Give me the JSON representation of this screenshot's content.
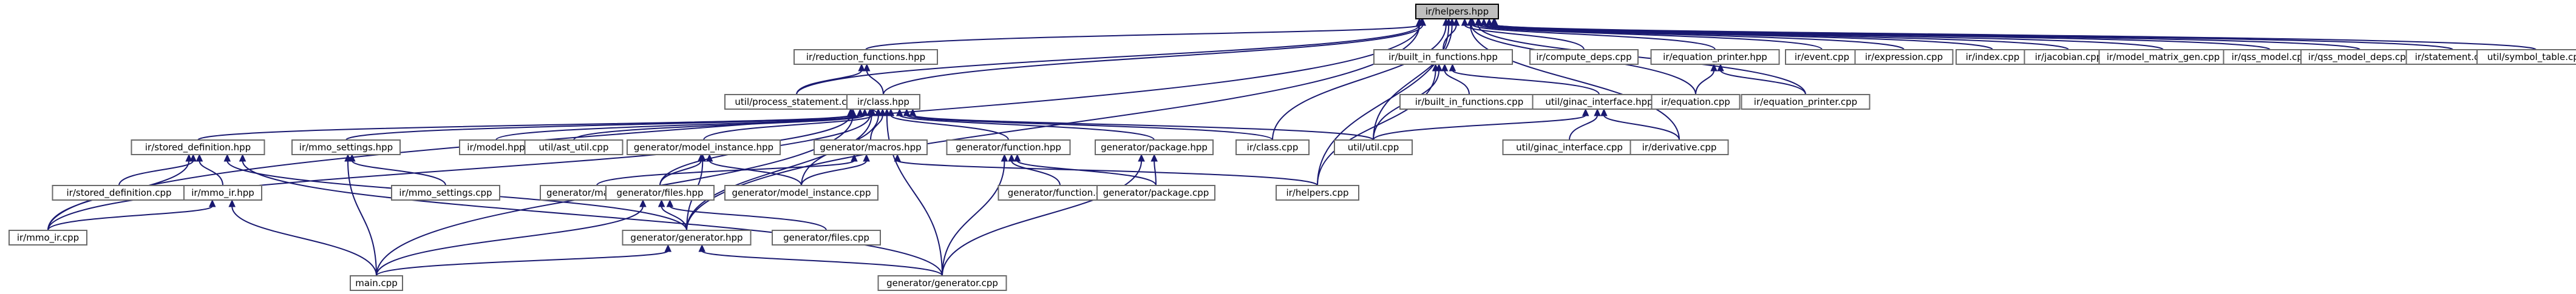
{
  "nodes": [
    {
      "id": "helpers_hpp",
      "label": "ir/helpers.hpp",
      "root": true
    },
    {
      "id": "reduction_functions_hpp",
      "label": "ir/reduction_functions.hpp"
    },
    {
      "id": "built_in_functions_hpp",
      "label": "ir/built_in_functions.hpp"
    },
    {
      "id": "compute_deps_cpp",
      "label": "ir/compute_deps.cpp"
    },
    {
      "id": "equation_printer_hpp",
      "label": "ir/equation_printer.hpp"
    },
    {
      "id": "event_cpp",
      "label": "ir/event.cpp"
    },
    {
      "id": "expression_cpp",
      "label": "ir/expression.cpp"
    },
    {
      "id": "index_cpp",
      "label": "ir/index.cpp"
    },
    {
      "id": "jacobian_cpp",
      "label": "ir/jacobian.cpp"
    },
    {
      "id": "model_matrix_gen_cpp",
      "label": "ir/model_matrix_gen.cpp"
    },
    {
      "id": "qss_model_cpp",
      "label": "ir/qss_model.cpp"
    },
    {
      "id": "qss_model_deps_cpp",
      "label": "ir/qss_model_deps.cpp"
    },
    {
      "id": "statement_cpp",
      "label": "ir/statement.cpp"
    },
    {
      "id": "symbol_table_cpp",
      "label": "util/symbol_table.cpp"
    },
    {
      "id": "process_statement_cpp",
      "label": "util/process_statement.cpp"
    },
    {
      "id": "class_hpp",
      "label": "ir/class.hpp"
    },
    {
      "id": "built_in_functions_cpp",
      "label": "ir/built_in_functions.cpp"
    },
    {
      "id": "ginac_interface_hpp",
      "label": "util/ginac_interface.hpp"
    },
    {
      "id": "equation_cpp",
      "label": "ir/equation.cpp"
    },
    {
      "id": "equation_printer_cpp",
      "label": "ir/equation_printer.cpp"
    },
    {
      "id": "stored_definition_hpp",
      "label": "ir/stored_definition.hpp"
    },
    {
      "id": "mmo_settings_hpp",
      "label": "ir/mmo_settings.hpp"
    },
    {
      "id": "model_hpp",
      "label": "ir/model.hpp"
    },
    {
      "id": "ast_util_cpp",
      "label": "util/ast_util.cpp"
    },
    {
      "id": "model_instance_hpp",
      "label": "generator/model_instance.hpp"
    },
    {
      "id": "macros_hpp",
      "label": "generator/macros.hpp"
    },
    {
      "id": "function_hpp",
      "label": "generator/function.hpp"
    },
    {
      "id": "package_hpp",
      "label": "generator/package.hpp"
    },
    {
      "id": "class_cpp",
      "label": "ir/class.cpp"
    },
    {
      "id": "util_cpp",
      "label": "util/util.cpp"
    },
    {
      "id": "ginac_interface_cpp",
      "label": "util/ginac_interface.cpp"
    },
    {
      "id": "derivative_cpp",
      "label": "ir/derivative.cpp"
    },
    {
      "id": "stored_definition_cpp",
      "label": "ir/stored_definition.cpp"
    },
    {
      "id": "mmo_ir_hpp",
      "label": "ir/mmo_ir.hpp"
    },
    {
      "id": "mmo_settings_cpp",
      "label": "ir/mmo_settings.cpp"
    },
    {
      "id": "macros_cpp",
      "label": "generator/macros.cpp"
    },
    {
      "id": "model_instance_cpp",
      "label": "generator/model_instance.cpp"
    },
    {
      "id": "files_hpp",
      "label": "generator/files.hpp"
    },
    {
      "id": "function_cpp",
      "label": "generator/function.cpp"
    },
    {
      "id": "package_cpp",
      "label": "generator/package.cpp"
    },
    {
      "id": "helpers_cpp",
      "label": "ir/helpers.cpp"
    },
    {
      "id": "mmo_ir_cpp",
      "label": "ir/mmo_ir.cpp"
    },
    {
      "id": "files_cpp",
      "label": "generator/files.cpp"
    },
    {
      "id": "generator_hpp",
      "label": "generator/generator.hpp"
    },
    {
      "id": "main_cpp",
      "label": "main.cpp"
    },
    {
      "id": "generator_cpp",
      "label": "generator/generator.cpp"
    }
  ],
  "edges": [
    [
      "reduction_functions_hpp",
      "helpers_hpp"
    ],
    [
      "built_in_functions_hpp",
      "helpers_hpp"
    ],
    [
      "compute_deps_cpp",
      "helpers_hpp"
    ],
    [
      "equation_printer_hpp",
      "helpers_hpp"
    ],
    [
      "event_cpp",
      "helpers_hpp"
    ],
    [
      "expression_cpp",
      "helpers_hpp"
    ],
    [
      "index_cpp",
      "helpers_hpp"
    ],
    [
      "jacobian_cpp",
      "helpers_hpp"
    ],
    [
      "model_matrix_gen_cpp",
      "helpers_hpp"
    ],
    [
      "qss_model_cpp",
      "helpers_hpp"
    ],
    [
      "qss_model_deps_cpp",
      "helpers_hpp"
    ],
    [
      "statement_cpp",
      "helpers_hpp"
    ],
    [
      "symbol_table_cpp",
      "helpers_hpp"
    ],
    [
      "process_statement_cpp",
      "helpers_hpp"
    ],
    [
      "class_hpp",
      "helpers_hpp"
    ],
    [
      "equation_cpp",
      "helpers_hpp"
    ],
    [
      "equation_printer_cpp",
      "helpers_hpp"
    ],
    [
      "util_cpp",
      "helpers_hpp"
    ],
    [
      "derivative_cpp",
      "helpers_hpp"
    ],
    [
      "class_cpp",
      "helpers_hpp"
    ],
    [
      "helpers_cpp",
      "helpers_hpp"
    ],
    [
      "mmo_ir_cpp",
      "helpers_hpp"
    ],
    [
      "generator_hpp",
      "helpers_hpp"
    ],
    [
      "process_statement_cpp",
      "reduction_functions_hpp"
    ],
    [
      "class_hpp",
      "reduction_functions_hpp"
    ],
    [
      "built_in_functions_cpp",
      "built_in_functions_hpp"
    ],
    [
      "ginac_interface_hpp",
      "built_in_functions_hpp"
    ],
    [
      "util_cpp",
      "built_in_functions_hpp"
    ],
    [
      "helpers_cpp",
      "built_in_functions_hpp"
    ],
    [
      "equation_cpp",
      "equation_printer_hpp"
    ],
    [
      "equation_printer_cpp",
      "equation_printer_hpp"
    ],
    [
      "ginac_interface_cpp",
      "ginac_interface_hpp"
    ],
    [
      "derivative_cpp",
      "ginac_interface_hpp"
    ],
    [
      "util_cpp",
      "ginac_interface_hpp"
    ],
    [
      "process_statement_cpp",
      "class_hpp"
    ],
    [
      "stored_definition_hpp",
      "class_hpp"
    ],
    [
      "mmo_settings_hpp",
      "class_hpp"
    ],
    [
      "model_hpp",
      "class_hpp"
    ],
    [
      "ast_util_cpp",
      "class_hpp"
    ],
    [
      "model_instance_hpp",
      "class_hpp"
    ],
    [
      "macros_hpp",
      "class_hpp"
    ],
    [
      "function_hpp",
      "class_hpp"
    ],
    [
      "package_hpp",
      "class_hpp"
    ],
    [
      "class_cpp",
      "class_hpp"
    ],
    [
      "util_cpp",
      "class_hpp"
    ],
    [
      "mmo_ir_cpp",
      "class_hpp"
    ],
    [
      "main_cpp",
      "class_hpp"
    ],
    [
      "files_hpp",
      "class_hpp"
    ],
    [
      "model_instance_cpp",
      "class_hpp"
    ],
    [
      "generator_hpp",
      "class_hpp"
    ],
    [
      "generator_cpp",
      "class_hpp"
    ],
    [
      "stored_definition_cpp",
      "stored_definition_hpp"
    ],
    [
      "mmo_ir_hpp",
      "stored_definition_hpp"
    ],
    [
      "mmo_ir_cpp",
      "stored_definition_hpp"
    ],
    [
      "generator_hpp",
      "stored_definition_hpp"
    ],
    [
      "generator_cpp",
      "stored_definition_hpp"
    ],
    [
      "mmo_settings_cpp",
      "mmo_settings_hpp"
    ],
    [
      "main_cpp",
      "mmo_settings_hpp"
    ],
    [
      "files_hpp",
      "model_instance_hpp"
    ],
    [
      "model_instance_cpp",
      "model_instance_hpp"
    ],
    [
      "generator_hpp",
      "model_instance_hpp"
    ],
    [
      "macros_cpp",
      "macros_hpp"
    ],
    [
      "model_instance_cpp",
      "macros_hpp"
    ],
    [
      "helpers_cpp",
      "macros_hpp"
    ],
    [
      "function_cpp",
      "function_hpp"
    ],
    [
      "package_cpp",
      "function_hpp"
    ],
    [
      "generator_cpp",
      "function_hpp"
    ],
    [
      "package_cpp",
      "package_hpp"
    ],
    [
      "generator_cpp",
      "package_hpp"
    ],
    [
      "mmo_ir_cpp",
      "mmo_ir_hpp"
    ],
    [
      "main_cpp",
      "mmo_ir_hpp"
    ],
    [
      "files_cpp",
      "files_hpp"
    ],
    [
      "generator_hpp",
      "files_hpp"
    ],
    [
      "main_cpp",
      "files_hpp"
    ],
    [
      "main_cpp",
      "generator_hpp"
    ],
    [
      "generator_cpp",
      "generator_hpp"
    ]
  ],
  "colors": {
    "edge": "#191970",
    "root_fill": "#bfbfbf",
    "node_stroke": "#6a6a6a"
  }
}
